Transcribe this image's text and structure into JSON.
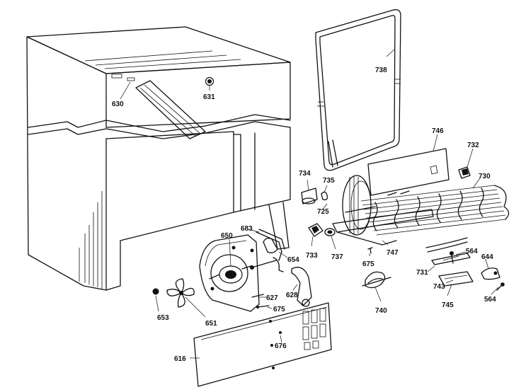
{
  "diagram": {
    "labels": {
      "p630": "630",
      "p631": "631",
      "p738": "738",
      "p746": "746",
      "p732": "732",
      "p730": "730",
      "p734": "734",
      "p735": "735",
      "p725": "725",
      "p733": "733",
      "p737": "737",
      "p747": "747",
      "p675a": "675",
      "p564a": "564",
      "p644": "644",
      "p731": "731",
      "p743": "743",
      "p745": "745",
      "p564b": "564",
      "p740": "740",
      "p683": "683",
      "p650": "650",
      "p654": "654",
      "p627": "627",
      "p628": "628",
      "p675b": "675",
      "p653": "653",
      "p651": "651",
      "p676": "676",
      "p616": "616"
    }
  }
}
